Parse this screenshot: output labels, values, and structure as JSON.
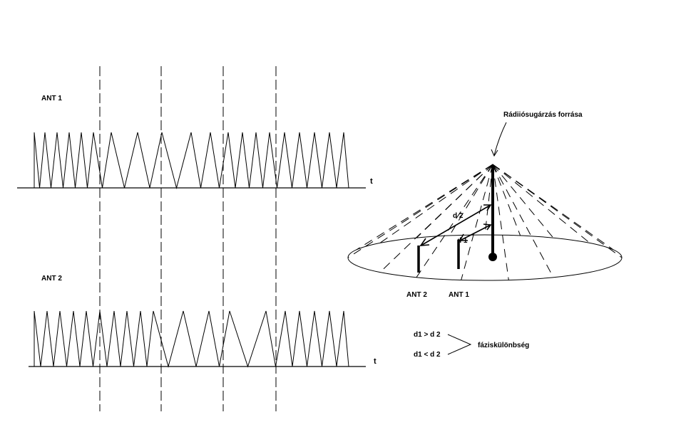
{
  "timing": {
    "ant1_label": "ANT 1",
    "ant2_label": "ANT 2",
    "axis_label": "t",
    "ant1_peaks": [
      48,
      63,
      80,
      97,
      114,
      131,
      156,
      193,
      227,
      268,
      295,
      320,
      340,
      359,
      378,
      399,
      420,
      441,
      462,
      482
    ],
    "ant2_peaks": [
      48,
      66,
      84,
      103,
      121,
      140,
      160,
      178,
      197,
      215,
      257,
      293,
      322,
      373,
      400,
      420,
      441,
      462,
      482
    ]
  },
  "cone": {
    "source_label": "Rádiiósugárzás forrása",
    "d1_label": "d 1",
    "d2_label": "d 2",
    "ant1_label": "ANT 1",
    "ant2_label": "ANT 2"
  },
  "phase": {
    "cond1": "d1 > d 2",
    "cond2": "d1 < d 2",
    "result": "fáziskülönbség"
  },
  "colors": {
    "ink": "#000000",
    "background": "#ffffff"
  }
}
